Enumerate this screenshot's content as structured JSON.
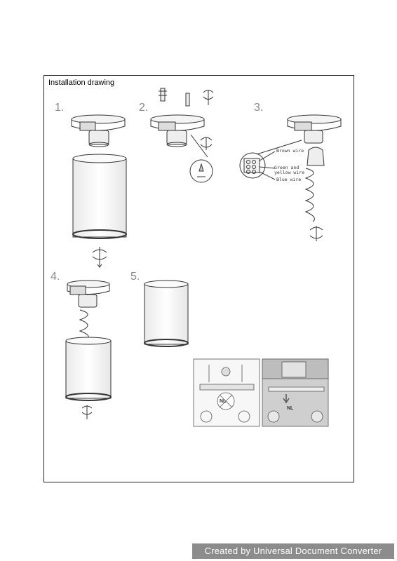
{
  "heading": "Installation drawing",
  "steps": [
    "1.",
    "2.",
    "3.",
    "4.",
    "5."
  ],
  "wires": {
    "brown": "Brown wire",
    "green_yellow_1": "Green and",
    "green_yellow_2": "yellow wire",
    "blue": "Blue wire"
  },
  "badges": {
    "left": "NL",
    "right": "NL"
  },
  "watermark": "Created by Universal Document Converter"
}
